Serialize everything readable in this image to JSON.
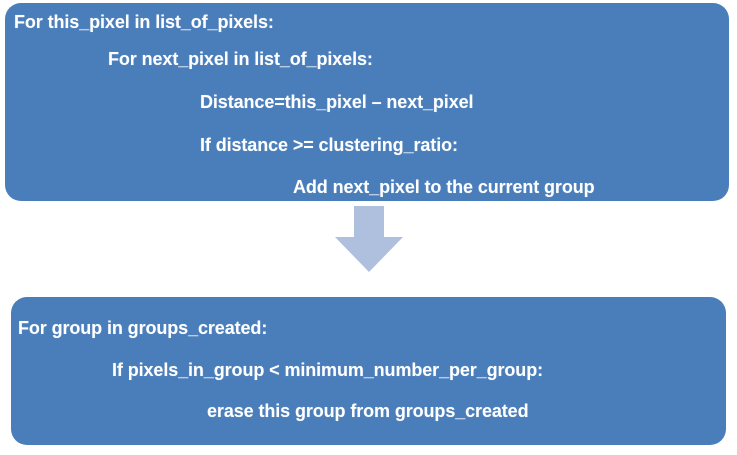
{
  "diagram": {
    "title": "Pixel clustering pseudocode flowchart",
    "colors": {
      "box_fill": "#4a7ebb",
      "text": "#ffffff",
      "arrow_fill": "#aec0dd",
      "background": "#ffffff"
    },
    "nodes": [
      {
        "id": "clustering-step",
        "lines": [
          "For this_pixel in list_of_pixels:",
          "For next_pixel in list_of_pixels:",
          "Distance=this_pixel – next_pixel",
          "If distance >= clustering_ratio:",
          "Add next_pixel to the current group"
        ]
      },
      {
        "id": "pruning-step",
        "lines": [
          "For group in groups_created:",
          "If pixels_in_group < minimum_number_per_group:",
          "erase this group from groups_created"
        ]
      }
    ],
    "connector": {
      "id": "down-arrow",
      "direction": "down"
    }
  }
}
